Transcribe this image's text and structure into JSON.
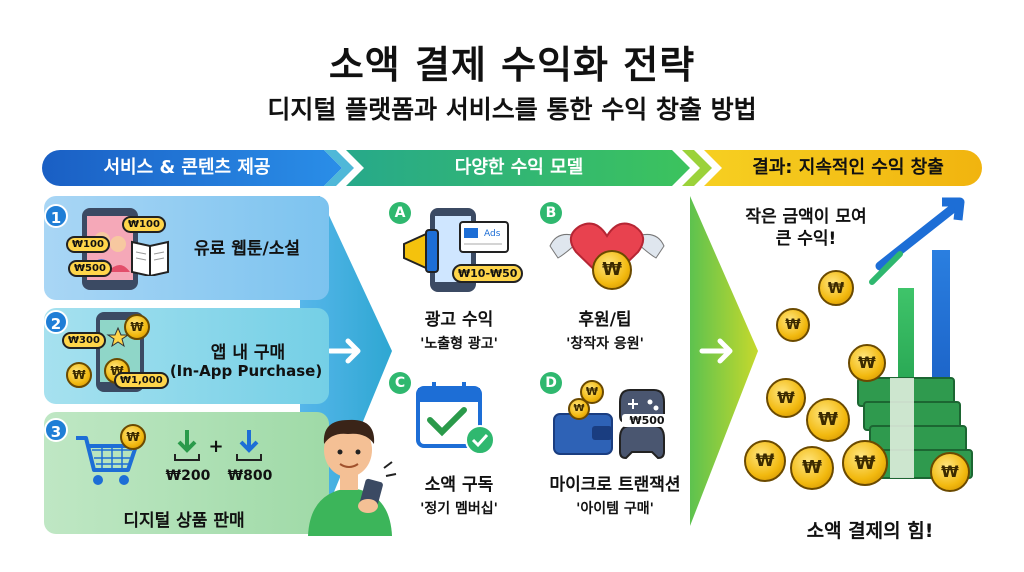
{
  "header": {
    "title": "소액 결제 수익화 전략",
    "subtitle": "디지털 플랫폼과 서비스를 통한 수익 창출 방법"
  },
  "stages": [
    {
      "label": "서비스 & 콘텐츠 제공",
      "color": "#1f6fd1"
    },
    {
      "label": "다양한 수익 모델",
      "color": "#2fb86f"
    },
    {
      "label": "결과: 지속적인 수익 창출",
      "color": "#f2c21b"
    }
  ],
  "services": [
    {
      "number": "1",
      "label": "유료 웹툰/소설",
      "badges": [
        "₩100",
        "₩100",
        "₩500"
      ]
    },
    {
      "number": "2",
      "label_line1": "앱 내 구매",
      "label_line2": "(In-App Purchase)",
      "badges": [
        "₩300",
        "₩1,000"
      ]
    },
    {
      "number": "3",
      "label": "디지털 상품 판매",
      "price1": "₩200",
      "plus": "+",
      "price2": "₩800"
    }
  ],
  "models": [
    {
      "letter": "A",
      "title": "광고 수익",
      "sub": "'노출형 광고'",
      "badge": "₩10-₩50",
      "ad_tag": "Ads",
      "color": "#2fb86f"
    },
    {
      "letter": "B",
      "title": "후원/팁",
      "sub": "'창작자 응원'",
      "color": "#2fb86f"
    },
    {
      "letter": "C",
      "title": "소액 구독",
      "sub": "'정기 멤버십'",
      "color": "#2fb86f"
    },
    {
      "letter": "D",
      "title": "마이크로 트랜잭션",
      "sub": "'아이템 구매'",
      "badge": "₩500",
      "color": "#2fb86f"
    }
  ],
  "result": {
    "callout": "작은 금액이 모여\n큰 수익!",
    "callout_line1": "작은 금액이 모여",
    "callout_line2": "큰 수익!",
    "footer": "소액 결제의 힘!"
  },
  "currency_symbol": "₩"
}
